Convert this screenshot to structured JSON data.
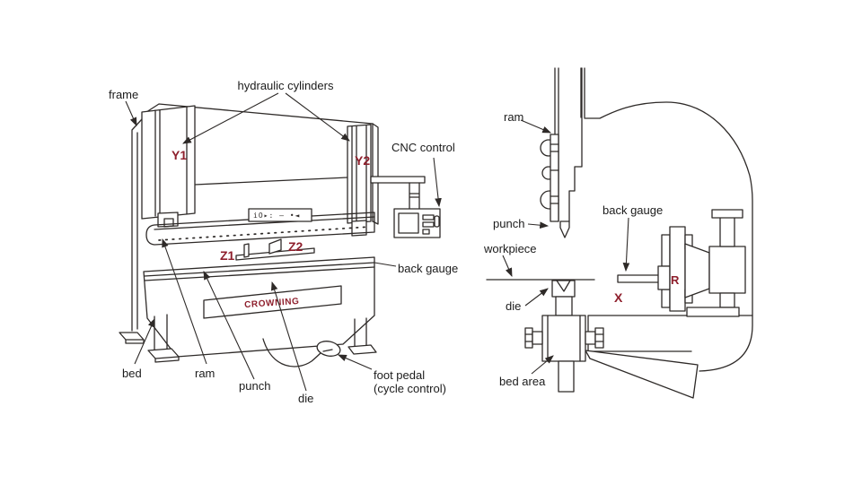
{
  "colors": {
    "background": "#ffffff",
    "line": "#2e2a28",
    "accent": "#8e1f2c",
    "text": "#1b1b1b"
  },
  "left": {
    "labels": {
      "frame": "frame",
      "hydraulic_cylinders": "hydraulic cylinders",
      "cnc_control": "CNC control",
      "back_gauge": "back gauge",
      "bed": "bed",
      "ram": "ram",
      "punch": "punch",
      "die": "die",
      "foot_pedal_1": "foot pedal",
      "foot_pedal_2": "(cycle control)"
    },
    "axes": {
      "y1": "Y1",
      "y2": "Y2",
      "z1": "Z1",
      "z2": "Z2"
    },
    "crowning": "CROWNING",
    "panel_glyphs": "iO▸: – •◄"
  },
  "right": {
    "labels": {
      "ram": "ram",
      "punch": "punch",
      "workpiece": "workpiece",
      "die": "die",
      "bed_area": "bed area",
      "back_gauge": "back gauge"
    },
    "axes": {
      "x": "X",
      "r": "R"
    }
  }
}
